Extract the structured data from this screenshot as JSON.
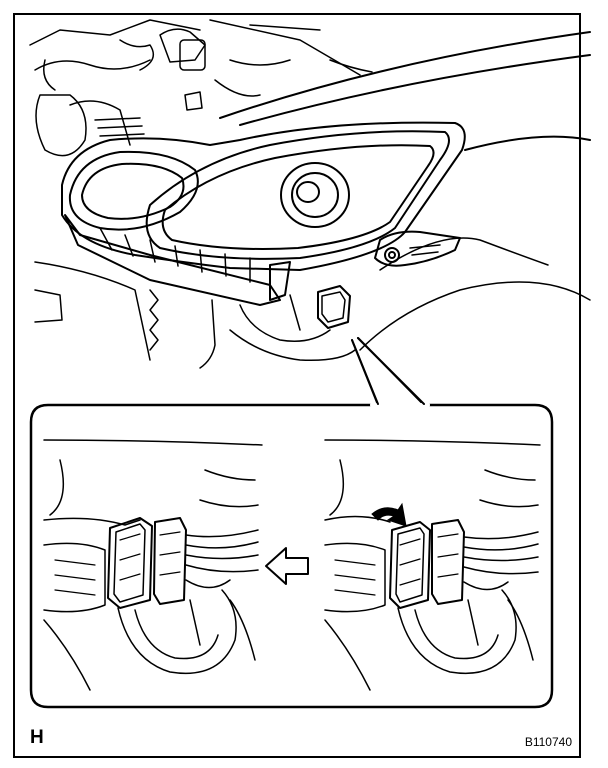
{
  "figure": {
    "corner_letter": "H",
    "figure_code": "B110740"
  },
  "colors": {
    "line": "#000000",
    "background": "#ffffff"
  },
  "icons": {
    "direction_arrow": "hollow-left-arrow",
    "rotation_arrow": "curved-release-arrow"
  }
}
